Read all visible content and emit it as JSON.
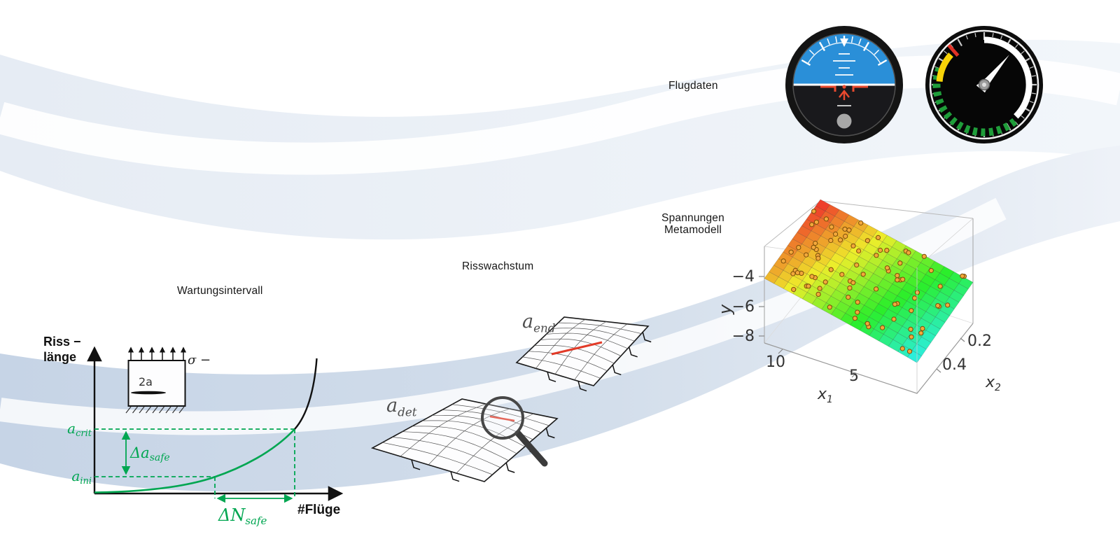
{
  "stage_labels": {
    "wartungsintervall": "Wartungsintervall",
    "risswachstum": "Risswachstum",
    "flugdaten": "Flugdaten",
    "spannungen_line1": "Spannungen",
    "spannungen_line2": "Metamodell"
  },
  "maintenance_chart": {
    "y_axis_line1": "Riss −",
    "y_axis_line2": "länge",
    "x_axis_label": "#Flüge",
    "a_crit": {
      "base": "a",
      "sub": "crit"
    },
    "a_ini": {
      "base": "a",
      "sub": "ini"
    },
    "delta_a": {
      "base": "Δa",
      "sub": "safe"
    },
    "delta_n": {
      "base": "ΔN",
      "sub": "safe"
    },
    "plate": {
      "crack_length_label": "2a",
      "stress_label": "σ −"
    },
    "accent_color": "#00a651"
  },
  "crack_growth": {
    "a_det": {
      "base": "a",
      "sub": "det"
    },
    "a_end": {
      "base": "a",
      "sub": "end"
    }
  },
  "metamodel_plot": {
    "y_label": "y",
    "y_ticks": [
      "−4",
      "−6",
      "−8"
    ],
    "x1_label": {
      "base": "x",
      "sub": "1"
    },
    "x1_ticks": [
      "10",
      "5"
    ],
    "x2_label": {
      "base": "x",
      "sub": "2"
    },
    "x2_ticks": [
      "0.2",
      "0.4"
    ]
  },
  "icons": {
    "attitude_indicator": "attitude-indicator-gauge",
    "airspeed_indicator": "airspeed-indicator-gauge",
    "magnifier": "magnifier-icon"
  }
}
